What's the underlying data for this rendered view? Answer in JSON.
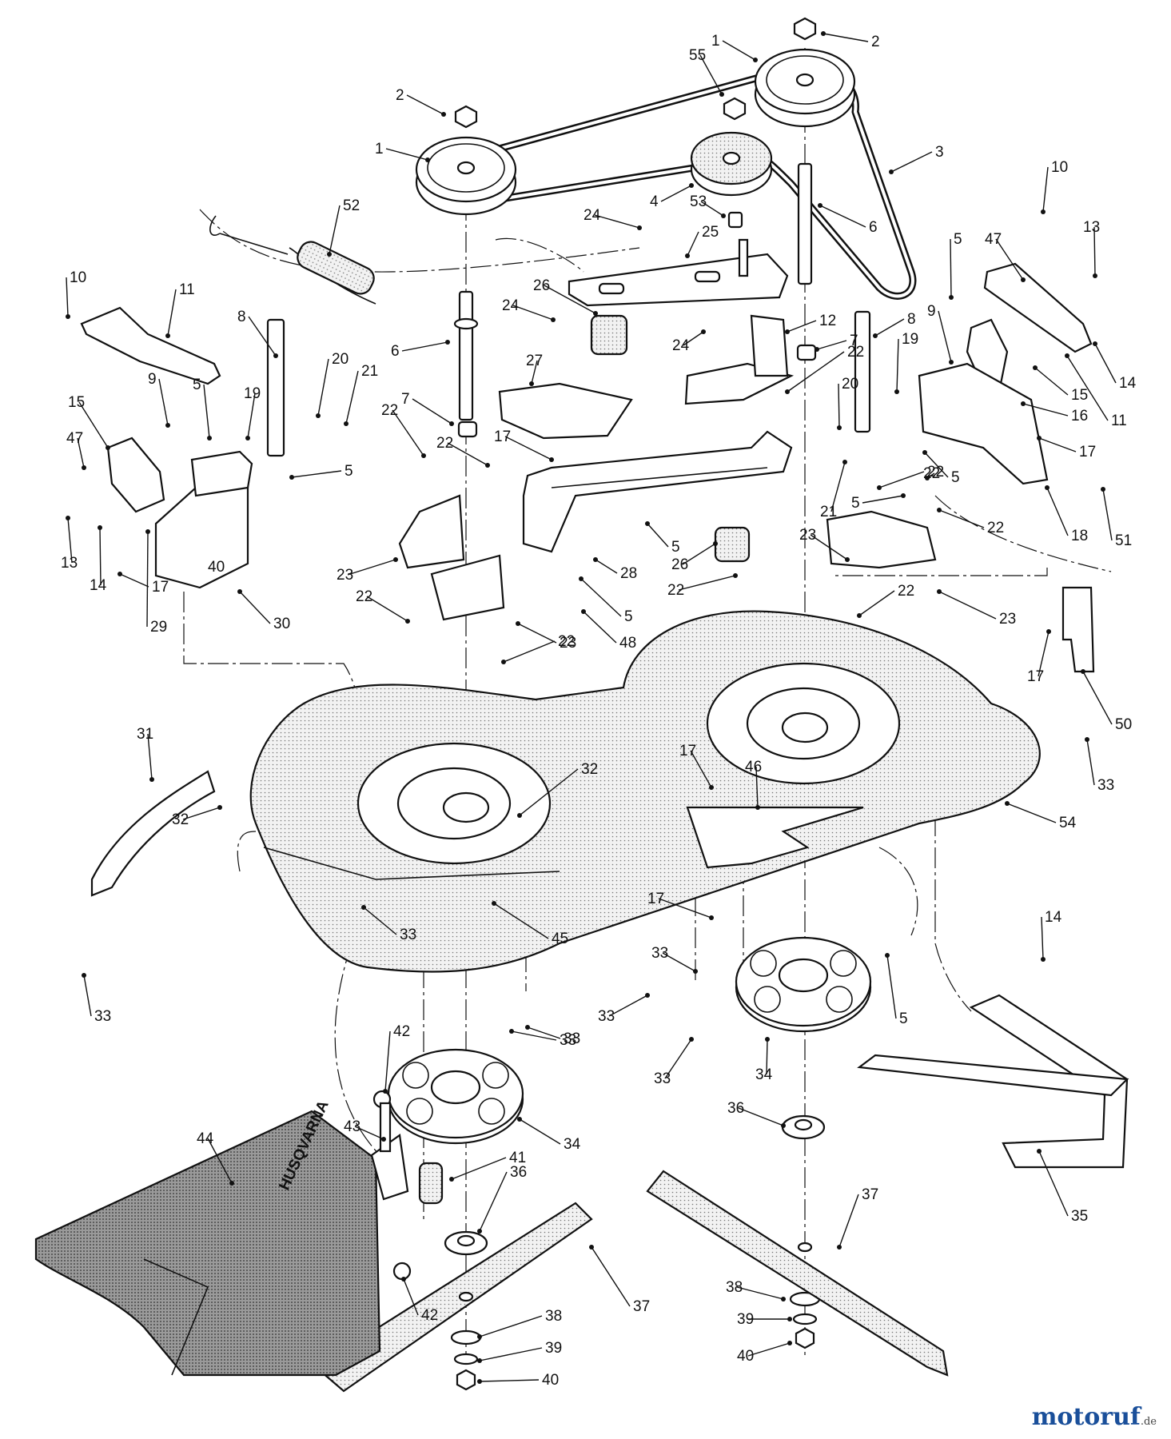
{
  "diagram": {
    "callouts": [
      {
        "id": "c1a",
        "text": "1"
      },
      {
        "id": "c1b",
        "text": "1"
      },
      {
        "id": "c2a",
        "text": "2"
      },
      {
        "id": "c2b",
        "text": "2"
      },
      {
        "id": "c3",
        "text": "3"
      },
      {
        "id": "c4",
        "text": "4"
      },
      {
        "id": "c5a",
        "text": "5"
      },
      {
        "id": "c5b",
        "text": "5"
      },
      {
        "id": "c5c",
        "text": "5"
      },
      {
        "id": "c5d",
        "text": "5"
      },
      {
        "id": "c5e",
        "text": "5"
      },
      {
        "id": "c5f",
        "text": "5"
      },
      {
        "id": "c5g",
        "text": "5"
      },
      {
        "id": "c5h",
        "text": "5"
      },
      {
        "id": "c6a",
        "text": "6"
      },
      {
        "id": "c6b",
        "text": "6"
      },
      {
        "id": "c7a",
        "text": "7"
      },
      {
        "id": "c7b",
        "text": "7"
      },
      {
        "id": "c8a",
        "text": "8"
      },
      {
        "id": "c8b",
        "text": "8"
      },
      {
        "id": "c9a",
        "text": "9"
      },
      {
        "id": "c9b",
        "text": "9"
      },
      {
        "id": "c10a",
        "text": "10"
      },
      {
        "id": "c10b",
        "text": "10"
      },
      {
        "id": "c11a",
        "text": "11"
      },
      {
        "id": "c11b",
        "text": "11"
      },
      {
        "id": "c12",
        "text": "12"
      },
      {
        "id": "c13a",
        "text": "13"
      },
      {
        "id": "c13b",
        "text": "13"
      },
      {
        "id": "c14a",
        "text": "14"
      },
      {
        "id": "c14b",
        "text": "14"
      },
      {
        "id": "c14c",
        "text": "14"
      },
      {
        "id": "c15a",
        "text": "15"
      },
      {
        "id": "c15b",
        "text": "15"
      },
      {
        "id": "c16",
        "text": "16"
      },
      {
        "id": "c17a",
        "text": "17"
      },
      {
        "id": "c17b",
        "text": "17"
      },
      {
        "id": "c17c",
        "text": "17"
      },
      {
        "id": "c17d",
        "text": "17"
      },
      {
        "id": "c17e",
        "text": "17"
      },
      {
        "id": "c17f",
        "text": "17"
      },
      {
        "id": "c18",
        "text": "18"
      },
      {
        "id": "c19a",
        "text": "19"
      },
      {
        "id": "c19b",
        "text": "19"
      },
      {
        "id": "c20a",
        "text": "20"
      },
      {
        "id": "c20b",
        "text": "20"
      },
      {
        "id": "c21a",
        "text": "21"
      },
      {
        "id": "c21b",
        "text": "21"
      },
      {
        "id": "c22a",
        "text": "22"
      },
      {
        "id": "c22b",
        "text": "22"
      },
      {
        "id": "c22c",
        "text": "22"
      },
      {
        "id": "c22d",
        "text": "22"
      },
      {
        "id": "c22e",
        "text": "22"
      },
      {
        "id": "c22f",
        "text": "22"
      },
      {
        "id": "c22g",
        "text": "22"
      },
      {
        "id": "c22h",
        "text": "22"
      },
      {
        "id": "c22i",
        "text": "22"
      },
      {
        "id": "c22j",
        "text": "22"
      },
      {
        "id": "c23a",
        "text": "23"
      },
      {
        "id": "c23b",
        "text": "23"
      },
      {
        "id": "c23c",
        "text": "23"
      },
      {
        "id": "c23d",
        "text": "23"
      },
      {
        "id": "c24a",
        "text": "24"
      },
      {
        "id": "c24b",
        "text": "24"
      },
      {
        "id": "c24c",
        "text": "24"
      },
      {
        "id": "c25",
        "text": "25"
      },
      {
        "id": "c26a",
        "text": "26"
      },
      {
        "id": "c26b",
        "text": "26"
      },
      {
        "id": "c27",
        "text": "27"
      },
      {
        "id": "c28",
        "text": "28"
      },
      {
        "id": "c29",
        "text": "29"
      },
      {
        "id": "c30",
        "text": "30"
      },
      {
        "id": "c31",
        "text": "31"
      },
      {
        "id": "c32a",
        "text": "32"
      },
      {
        "id": "c32b",
        "text": "32"
      },
      {
        "id": "c33a",
        "text": "33"
      },
      {
        "id": "c33b",
        "text": "33"
      },
      {
        "id": "c33c",
        "text": "33"
      },
      {
        "id": "c33d",
        "text": "33"
      },
      {
        "id": "c33e",
        "text": "33"
      },
      {
        "id": "c33f",
        "text": "33"
      },
      {
        "id": "c33g",
        "text": "33"
      },
      {
        "id": "c33h",
        "text": "33"
      },
      {
        "id": "c34a",
        "text": "34"
      },
      {
        "id": "c34b",
        "text": "34"
      },
      {
        "id": "c35",
        "text": "35"
      },
      {
        "id": "c36a",
        "text": "36"
      },
      {
        "id": "c36b",
        "text": "36"
      },
      {
        "id": "c37a",
        "text": "37"
      },
      {
        "id": "c37b",
        "text": "37"
      },
      {
        "id": "c38a",
        "text": "38"
      },
      {
        "id": "c38b",
        "text": "38"
      },
      {
        "id": "c39a",
        "text": "39"
      },
      {
        "id": "c39b",
        "text": "39"
      },
      {
        "id": "c40a",
        "text": "40"
      },
      {
        "id": "c40b",
        "text": "40"
      },
      {
        "id": "c41",
        "text": "41"
      },
      {
        "id": "c42a",
        "text": "42"
      },
      {
        "id": "c42b",
        "text": "42"
      },
      {
        "id": "c43",
        "text": "43"
      },
      {
        "id": "c44",
        "text": "44"
      },
      {
        "id": "c45",
        "text": "45"
      },
      {
        "id": "c46",
        "text": "46"
      },
      {
        "id": "c47a",
        "text": "47"
      },
      {
        "id": "c47b",
        "text": "47"
      },
      {
        "id": "c48",
        "text": "48"
      },
      {
        "id": "c50",
        "text": "50"
      },
      {
        "id": "c51",
        "text": "51"
      },
      {
        "id": "c52",
        "text": "52"
      },
      {
        "id": "c53",
        "text": "53"
      },
      {
        "id": "c54",
        "text": "54"
      },
      {
        "id": "c55",
        "text": "55"
      }
    ]
  },
  "deck_stamp": "40",
  "brand_on_shield": "HUSQVARNA",
  "watermark": {
    "brand": "motoruf",
    "suffix": ".de"
  },
  "colors": {
    "ink": "#111111",
    "watermark": "#1a4f9a"
  }
}
